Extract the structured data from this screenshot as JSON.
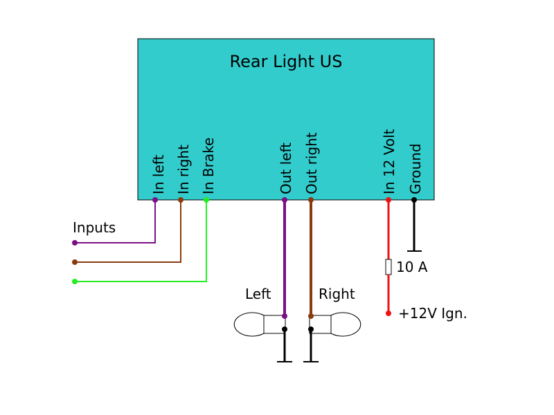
{
  "module": {
    "title": "Rear Light US",
    "fill_color": "#33cccc",
    "pins": [
      {
        "id": "in_left",
        "label": "In left",
        "wire_color": "#7a0f86"
      },
      {
        "id": "in_right",
        "label": "In right",
        "wire_color": "#8b3a0e"
      },
      {
        "id": "in_brake",
        "label": "In Brake",
        "wire_color": "#22ee22"
      },
      {
        "id": "out_left",
        "label": "Out left",
        "wire_color": "#7a0f86"
      },
      {
        "id": "out_right",
        "label": "Out right",
        "wire_color": "#8b3a0e"
      },
      {
        "id": "in_12_volt",
        "label": "In 12 Volt",
        "wire_color": "#ee1111"
      },
      {
        "id": "ground",
        "label": "Ground",
        "wire_color": "#000000"
      }
    ]
  },
  "labels": {
    "inputs": "Inputs",
    "lamp_left": "Left",
    "lamp_right": "Right",
    "fuse_rating": "10 A",
    "supply": "+12V Ign."
  }
}
